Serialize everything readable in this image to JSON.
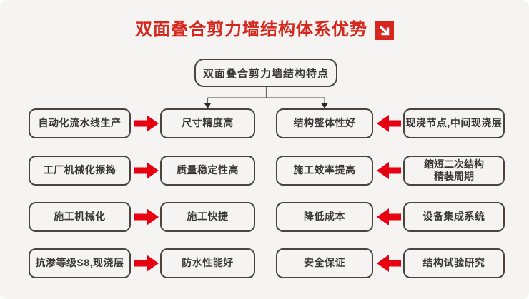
{
  "title": {
    "text": "双面叠合剪力墙结构体系优势",
    "icon": "arrow-down-right"
  },
  "root_node": {
    "label": "双面叠合剪力墙结构特点"
  },
  "rows": [
    {
      "source_left": "自动化流水线生产",
      "benefit_left": "尺寸精度高",
      "benefit_right": "结构整体性好",
      "source_right": "现浇节点,中间现浇层"
    },
    {
      "source_left": "工厂机械化振捣",
      "benefit_left": "质量稳定性高",
      "benefit_right": "施工效率提高",
      "source_right": "缩短二次结构\n精装周期"
    },
    {
      "source_left": "施工机械化",
      "benefit_left": "施工快捷",
      "benefit_right": "降低成本",
      "source_right": "设备集成系统"
    },
    {
      "source_left": "抗渗等级S8,现浇层",
      "benefit_left": "防水性能好",
      "benefit_right": "安全保证",
      "source_right": "结构试验研究"
    }
  ],
  "colors": {
    "background": "#f5f4f2",
    "title_red": "#d5271d",
    "arrow_red": "#e60012",
    "box_border": "#4a433e",
    "text": "#3c3734"
  }
}
